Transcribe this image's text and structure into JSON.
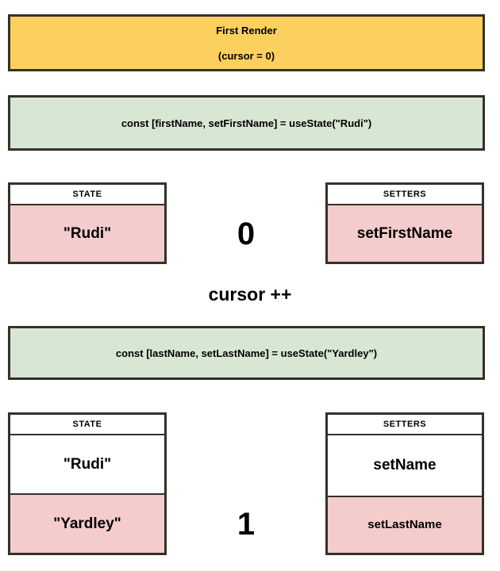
{
  "colors": {
    "canvas-bg": "#ffffff",
    "banner-fill": "#fbd05e",
    "code-fill": "#d7e7d4",
    "highlight-fill": "#f4cccb",
    "border": "#33312a",
    "ink": "#000000"
  },
  "banner": {
    "title": "First Render",
    "cursor_note": "(cursor = 0)"
  },
  "code_boxes": [
    {
      "code": "const [firstName, setFirstName] = useState(\"Rudi\")"
    },
    {
      "code": "const [lastName, setLastName] = useState(\"Yardley\")"
    }
  ],
  "render1": {
    "state": {
      "header": "STATE",
      "row1": "\"Rudi\""
    },
    "cursor": "0",
    "setters": {
      "header": "SETTERS",
      "row1": "setFirstName"
    }
  },
  "cursor_increment": "cursor ++",
  "render2": {
    "state": {
      "header": "STATE",
      "row1": "\"Rudi\"",
      "row2": "\"Yardley\""
    },
    "cursor": "1",
    "setters": {
      "header": "SETTERS",
      "row1": "setName",
      "row2": "setLastName"
    }
  }
}
